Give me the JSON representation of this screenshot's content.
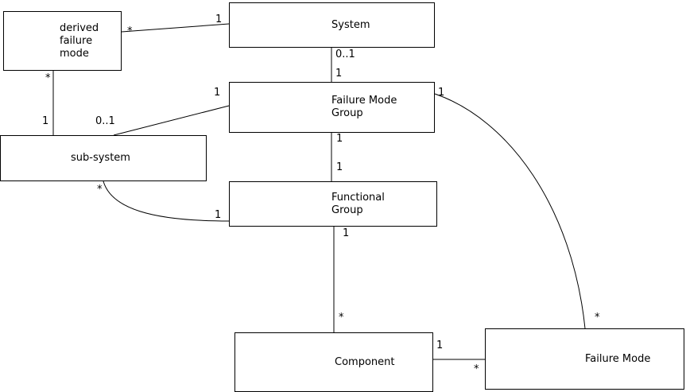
{
  "diagram": {
    "type": "uml-class-relationship-diagram",
    "colors": {
      "background": "#ffffff",
      "box_fill": "#ffffff",
      "box_border": "#000000",
      "line": "#000000",
      "text": "#000000"
    },
    "nodes": [
      {
        "id": "derived-failure-mode",
        "label": "derived\nfailure\nmode"
      },
      {
        "id": "system",
        "label": "System"
      },
      {
        "id": "failure-mode-group",
        "label": "Failure Mode\nGroup"
      },
      {
        "id": "sub-system",
        "label": "sub-system"
      },
      {
        "id": "functional-group",
        "label": "Functional\nGroup"
      },
      {
        "id": "component",
        "label": "Component"
      },
      {
        "id": "failure-mode",
        "label": "Failure Mode"
      }
    ],
    "connections": [
      {
        "id": "derived-failure-mode--system",
        "source": "derived failure mode",
        "target": "System",
        "source_label": "*",
        "target_label": "1"
      },
      {
        "id": "system--failure-mode-group",
        "source": "System",
        "target": "Failure Mode Group",
        "source_label": "0..1",
        "target_label": "1"
      },
      {
        "id": "failure-mode-group--sub-system",
        "source": "Failure Mode Group",
        "target": "sub-system",
        "source_label": "1",
        "target_label": "0..1"
      },
      {
        "id": "derived-failure-mode--sub-system",
        "source": "derived failure mode",
        "target": "sub-system",
        "source_label": "*",
        "target_label": "1"
      },
      {
        "id": "failure-mode-group--functional-group",
        "source": "Failure Mode Group",
        "target": "Functional Group",
        "source_label": "1",
        "target_label": "1"
      },
      {
        "id": "sub-system--functional-group",
        "source": "sub-system",
        "target": "Functional Group",
        "source_label": "*",
        "target_label": "1"
      },
      {
        "id": "functional-group--component",
        "source": "Functional Group",
        "target": "Component",
        "source_label": "1",
        "target_label": "*"
      },
      {
        "id": "component--failure-mode",
        "source": "Component",
        "target": "Failure Mode",
        "source_label": "1",
        "target_label": "*"
      },
      {
        "id": "failure-mode-group--failure-mode",
        "source": "Failure Mode Group",
        "target": "Failure Mode",
        "source_label": "1",
        "target_label": "*"
      }
    ]
  }
}
